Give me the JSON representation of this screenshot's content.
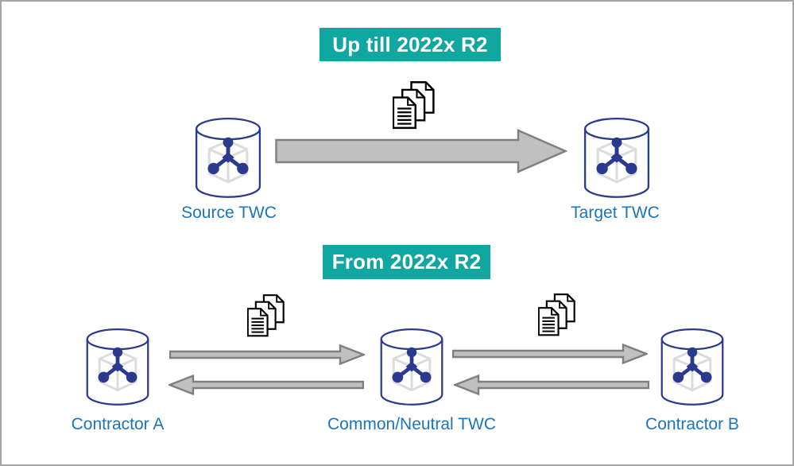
{
  "diagram": {
    "top_section": {
      "banner": "Up till 2022x R2",
      "source_label": "Source TWC",
      "target_label": "Target TWC"
    },
    "bottom_section": {
      "banner": "From 2022x R2",
      "left_label": "Contractor A",
      "center_label": "Common/Neutral TWC",
      "right_label": "Contractor B"
    }
  },
  "icons": {
    "database": "database-cylinder-icon",
    "documents": "documents-stack-icon",
    "arrow_right": "block-arrow-right-icon",
    "arrow_left": "block-arrow-left-icon"
  },
  "colors": {
    "page_bg": "#ffffff",
    "page_border": "#a6a6a6",
    "banner_bg": "#10a7a0",
    "banner_text": "#ffffff",
    "label_text": "#1b75bc",
    "db_outline": "#2b3a8f",
    "db_cube": "#dcdcdc",
    "arrow_fill": "#c0c0c0",
    "arrow_stroke": "#7f7f7f",
    "doc_stroke": "#000000"
  }
}
